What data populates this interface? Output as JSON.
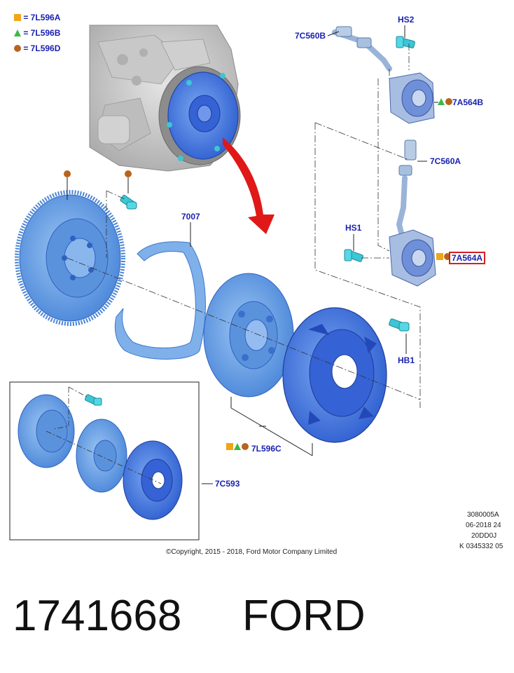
{
  "legend": [
    {
      "symbol": "square",
      "text": "= 7L596A",
      "color": "#f2a516"
    },
    {
      "symbol": "triangle",
      "text": "= 7L596B",
      "color": "#3cb84a"
    },
    {
      "symbol": "circle",
      "text": "= 7L596D",
      "color": "#b8641c"
    }
  ],
  "labels": {
    "l7C560B": "7C560B",
    "lHS2": "HS2",
    "l7A564B": "7A564B",
    "l7C560A": "7C560A",
    "lHS1": "HS1",
    "l7A564A": "7A564A",
    "l7007": "7007",
    "lHB1": "HB1",
    "l7L596C": "7L596C",
    "l7C593": "7C593"
  },
  "codes": {
    "code1": "3080005A",
    "code2": "06-2018 24",
    "code3": "20DD0J",
    "code4": "K 0345332 05"
  },
  "copyright": "©Copyright, 2015 - 2018, Ford Motor Company Limited",
  "part_number": "1741668",
  "brand": "FORD",
  "colors": {
    "part_blue": "#4a7fe0",
    "light_blue": "#6aa6e8",
    "label_blue": "#1a22b0",
    "highlight_red": "#d42020",
    "arrow_red": "#e01818",
    "bolt_cyan": "#3cc6d6"
  }
}
